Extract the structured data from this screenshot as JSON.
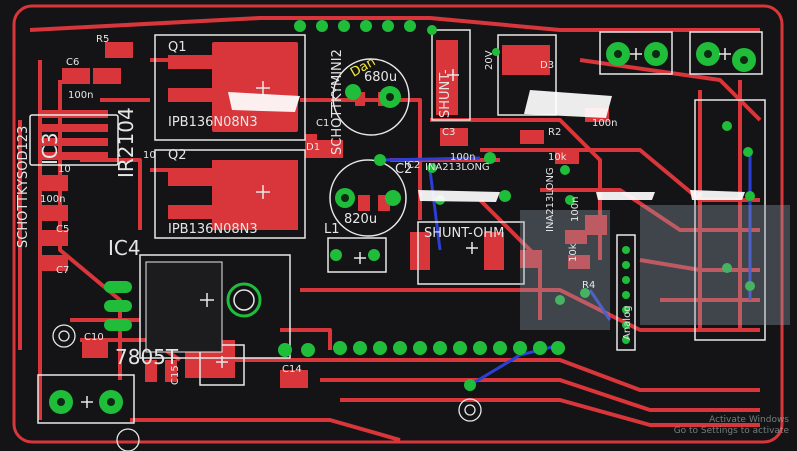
{
  "board": {
    "colors": {
      "background": "#141416",
      "copper_top": "#d8363a",
      "copper_bottom": "#2b3fd6",
      "pad": "#1fbd3a",
      "pad_hole": "#123a18",
      "silkscreen": "#e8e8e8",
      "glare": "#ffffff"
    }
  },
  "labels": {
    "q1": "Q1",
    "q2": "Q2",
    "q1_part": "IPB136N08N3",
    "q2_part": "IPB136N08N3",
    "r5": "R5",
    "c6": "C6",
    "c6_val": "100n",
    "ic3": "IC3",
    "ir2104": "IR2104",
    "c_100n_left": "100n",
    "c5": "C5",
    "c7": "C7",
    "schottky_left": "SCHOTTKYSOD123",
    "ic4": "IC4",
    "c10": "C10",
    "c15": "C15",
    "reg_7805": "7805T",
    "c14": "C14",
    "schottky_mini": "SCHOTTKYMINI2",
    "d1": "D1",
    "c1": "C1",
    "c2": "C2",
    "cap_680": "680u",
    "cap_820": "820u",
    "l1": "L1",
    "shunt_top": "SHUNT-",
    "shunt_mid": "SHUNT-OHM",
    "v20": "20V",
    "d3": "D3",
    "c3": "C3",
    "c3_val": "100n",
    "r2": "R2",
    "r2_val": "10k",
    "ic2": "IC2",
    "ic2_part": "INA213LONG",
    "ina_vert": "INA213LONG",
    "r4": "R4",
    "analog": "Analog",
    "val_100n_right": "100n",
    "val_10k_right": "10k",
    "val_10_a": "10",
    "val_10_b": "10",
    "val_100n_top": "100n",
    "handwritten_cap": "Dan"
  },
  "watermark": {
    "line1": "Activate Windows",
    "line2": "Go to Settings to activate"
  }
}
